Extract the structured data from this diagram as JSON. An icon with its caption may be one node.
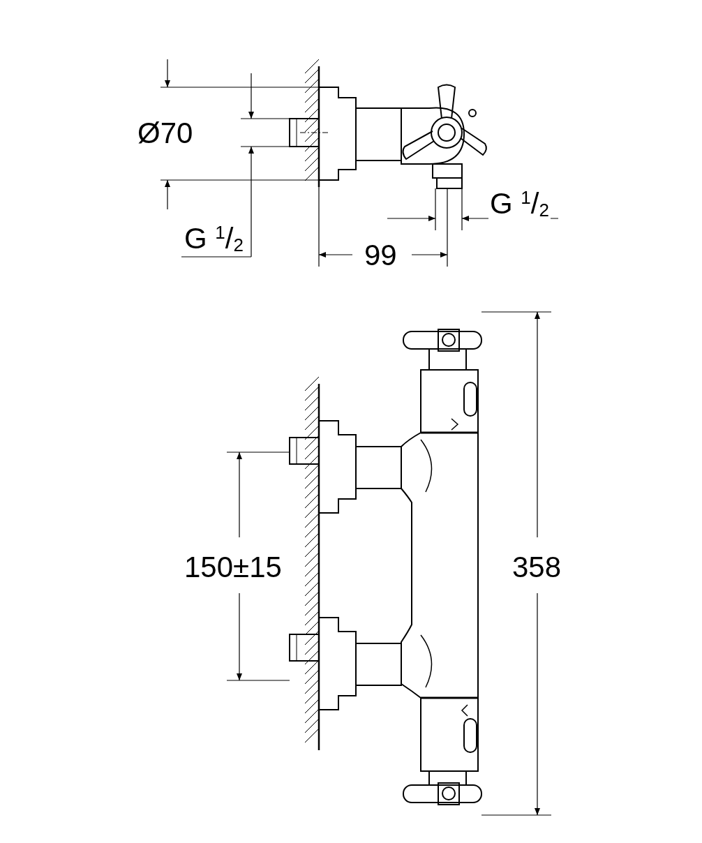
{
  "diagram": {
    "labels": [
      "Ø70",
      "G $^{1}$/$_{2}$",
      "G $^{1}$/$_{2}$",
      "99",
      "150±15",
      "358"
    ]
  }
}
